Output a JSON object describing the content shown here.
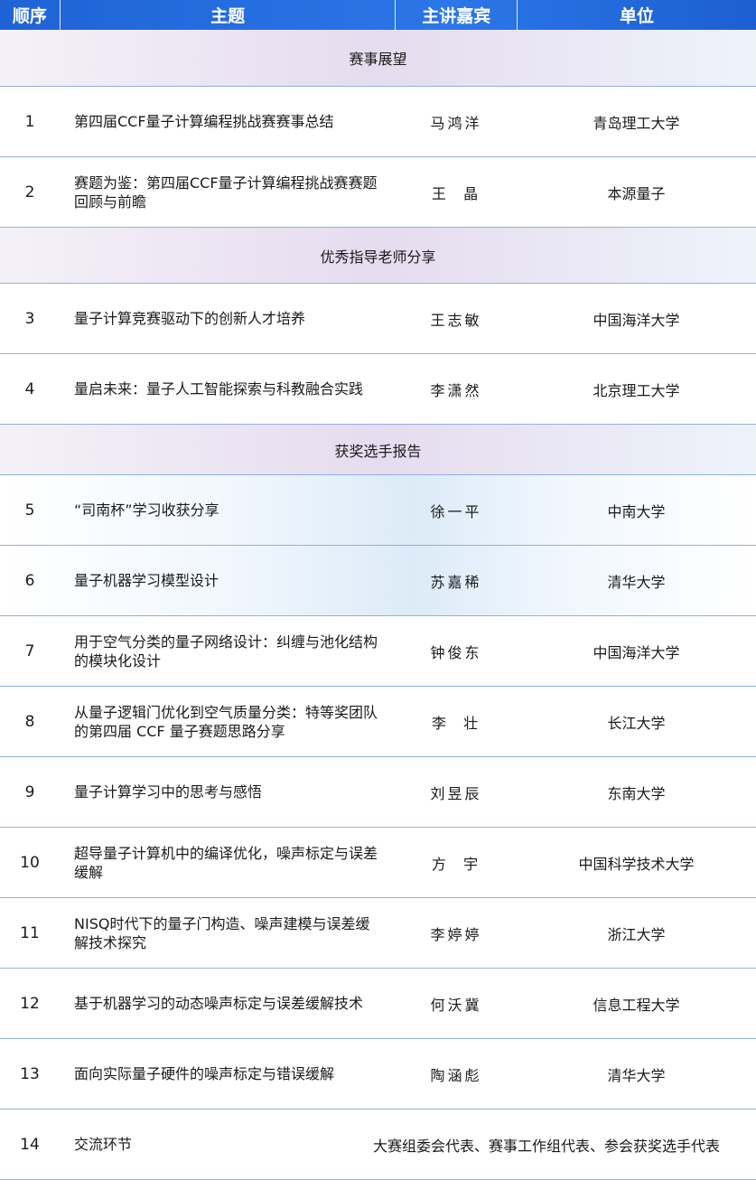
{
  "header": {
    "col_no": "顺序",
    "col_topic": "主题",
    "col_speaker": "主讲嘉宾",
    "col_unit": "单位"
  },
  "sections": [
    {
      "title": "赛事展望"
    },
    {
      "title": "优秀指导老师分享"
    },
    {
      "title": "获奖选手报告"
    }
  ],
  "rows": [
    {
      "no": "1",
      "topic": "第四届CCF量子计算编程挑战赛赛事总结",
      "speaker": "马鸿洋",
      "unit": "青岛理工大学"
    },
    {
      "no": "2",
      "topic": "赛题为鉴：第四届CCF量子计算编程挑战赛赛题回顾与前瞻",
      "speaker": "王  晶",
      "unit": "本源量子"
    },
    {
      "no": "3",
      "topic": "量子计算竞赛驱动下的创新人才培养",
      "speaker": "王志敏",
      "unit": "中国海洋大学"
    },
    {
      "no": "4",
      "topic": "量启未来：量子人工智能探索与科教融合实践",
      "speaker": "李潇然",
      "unit": "北京理工大学"
    },
    {
      "no": "5",
      "topic": "“司南杯”学习收获分享",
      "speaker": "徐一平",
      "unit": "中南大学"
    },
    {
      "no": "6",
      "topic": "量子机器学习模型设计",
      "speaker": "苏嘉稀",
      "unit": "清华大学"
    },
    {
      "no": "7",
      "topic": "用于空气分类的量子网络设计：纠缠与池化结构的模块化设计",
      "speaker": "钟俊东",
      "unit": "中国海洋大学"
    },
    {
      "no": "8",
      "topic": "从量子逻辑门优化到空气质量分类：特等奖团队的第四届 CCF 量子赛题思路分享",
      "speaker": "李  壮",
      "unit": "长江大学"
    },
    {
      "no": "9",
      "topic": "量子计算学习中的思考与感悟",
      "speaker": "刘昱辰",
      "unit": "东南大学"
    },
    {
      "no": "10",
      "topic": "超导量子计算机中的编译优化，噪声标定与误差缓解",
      "speaker": "方  宇",
      "unit": "中国科学技术大学"
    },
    {
      "no": "11",
      "topic": "NISQ时代下的量子门构造、噪声建模与误差缓解技术探究",
      "speaker": "李婷婷",
      "unit": "浙江大学"
    },
    {
      "no": "12",
      "topic": "基于机器学习的动态噪声标定与误差缓解技术",
      "speaker": "何沃冀",
      "unit": "信息工程大学"
    },
    {
      "no": "13",
      "topic": "面向实际量子硬件的噪声标定与错误缓解",
      "speaker": "陶涵彪",
      "unit": "清华大学"
    },
    {
      "no": "14",
      "topic": "交流环节",
      "speaker_unit": "大赛组委会代表、赛事工作组代表、参会获奖选手代表"
    }
  ]
}
